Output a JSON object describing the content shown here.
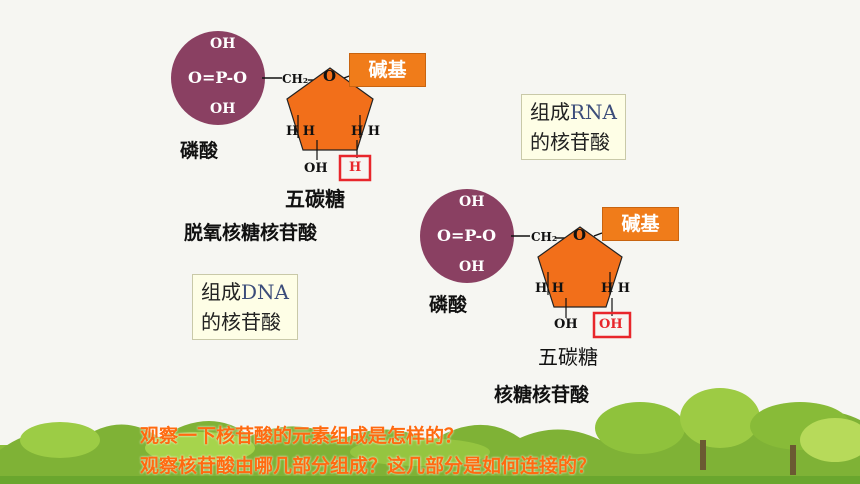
{
  "dna_nucleotide": {
    "phosphate": {
      "top": "OH",
      "middle": "O=P-O",
      "bottom": "OH"
    },
    "ch2": "CH₂",
    "ring_oxygen": "O",
    "base": "碱基",
    "h_left": "H H",
    "h_right": "H H",
    "oh": "OH",
    "h_highlight": "H",
    "phosphate_label": "磷酸",
    "sugar_label": "五碳糖",
    "name": "脱氧核糖核苷酸"
  },
  "rna_nucleotide": {
    "phosphate": {
      "top": "OH",
      "middle": "O=P-O",
      "bottom": "OH"
    },
    "ch2": "CH₂",
    "ring_oxygen": "O",
    "base": "碱基",
    "h_left": "H H",
    "h_right": "H H",
    "oh": "OH",
    "oh_highlight": "OH",
    "phosphate_label": "磷酸",
    "sugar_label": "五碳糖",
    "name": "核糖核苷酸"
  },
  "rna_note": {
    "line1_prefix": "组成",
    "line1_en": "RNA",
    "line2": "的核苷酸"
  },
  "dna_note": {
    "line1_prefix": "组成",
    "line1_en": "DNA",
    "line2": "的核苷酸"
  },
  "questions": [
    "观察一下核苷酸的元素组成是怎样的？",
    "观察核苷酸由哪几部分组成？这几部分是如何连接的？"
  ],
  "colors": {
    "phosphate": "#8a4062",
    "sugar": "#f26f1a",
    "highlight": "#e8262b",
    "question": "#ff6a10"
  }
}
